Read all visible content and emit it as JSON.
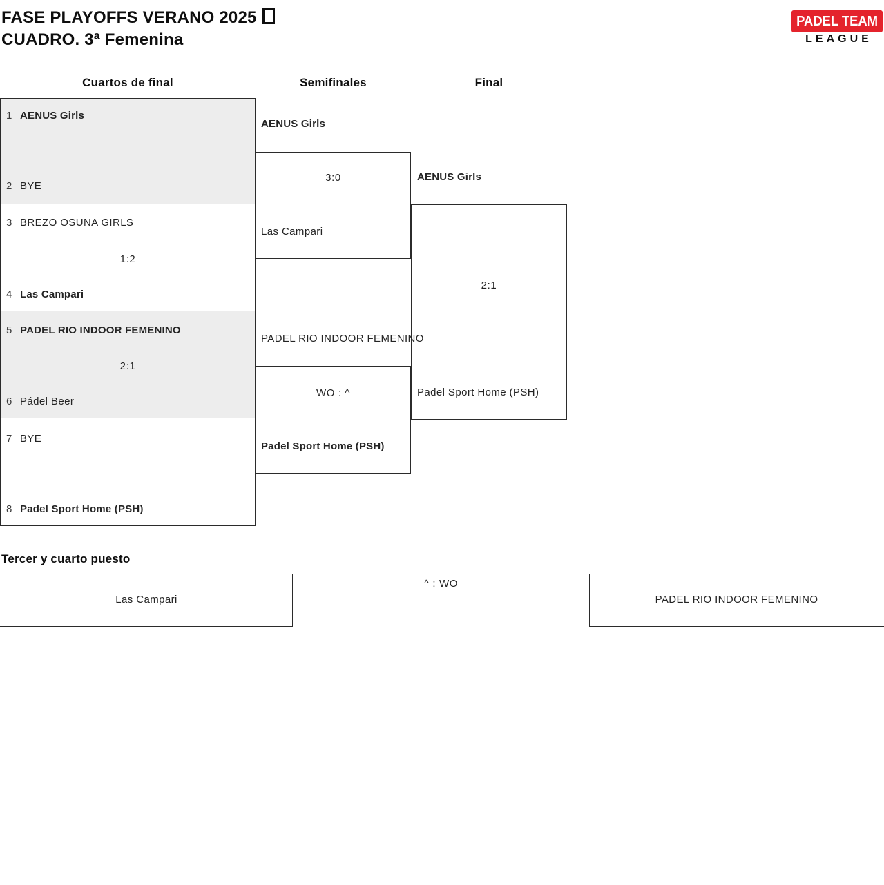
{
  "header": {
    "title_line1": "FASE PLAYOFFS VERANO 2025",
    "title_glyph": "□",
    "title_line2": "CUADRO. 3ª Femenina",
    "logo": {
      "top": "PADEL TEAM",
      "bottom": "LEAGUE",
      "red": "#e4232c"
    }
  },
  "columns": {
    "quarterfinals": "Cuartos de final",
    "semifinals": "Semifinales",
    "final": "Final"
  },
  "bracket": {
    "quarterfinals": [
      {
        "seed1": "1",
        "team1": "AENUS Girls",
        "seed2": "2",
        "team2": "BYE",
        "score": ""
      },
      {
        "seed1": "3",
        "team1": "BREZO OSUNA GIRLS",
        "seed2": "4",
        "team2": "Las Campari",
        "score": "1:2"
      },
      {
        "seed1": "5",
        "team1": "PADEL RIO INDOOR FEMENINO",
        "seed2": "6",
        "team2": "Pádel Beer",
        "score": "2:1"
      },
      {
        "seed1": "7",
        "team1": "BYE",
        "seed2": "8",
        "team2": "Padel Sport Home (PSH)",
        "score": ""
      }
    ],
    "semifinals": [
      {
        "team1": "AENUS Girls",
        "team2": "Las Campari",
        "score": "3:0"
      },
      {
        "team1": "PADEL RIO INDOOR FEMENINO",
        "team2": "Padel Sport Home (PSH)",
        "score": "WO : ^"
      }
    ],
    "final": {
      "team1": "AENUS Girls",
      "team2": "Padel Sport Home (PSH)",
      "score": "2:1"
    }
  },
  "third_place": {
    "heading": "Tercer y cuarto puesto",
    "team1": "Las Campari",
    "team2": "PADEL RIO INDOOR FEMENINO",
    "score": "^ : WO"
  },
  "colors": {
    "box_fill": "#ededed",
    "border": "#2b2b2b"
  }
}
